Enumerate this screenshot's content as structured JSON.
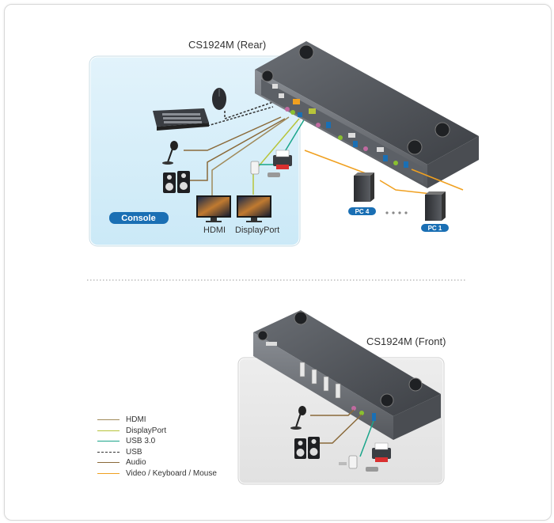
{
  "rear": {
    "title": "CS1924M (Rear)",
    "console_badge": "Console",
    "monitor_labels": [
      "HDMI",
      "DisplayPort"
    ],
    "pc_labels": [
      "PC 4",
      "PC 1"
    ]
  },
  "front": {
    "title": "CS1924M (Front)"
  },
  "legend": [
    {
      "label": "HDMI",
      "color": "#a08a5a",
      "style": "solid"
    },
    {
      "label": "DisplayPort",
      "color": "#b7c43a",
      "style": "solid"
    },
    {
      "label": "USB 3.0",
      "color": "#1aa58a",
      "style": "solid"
    },
    {
      "label": "USB",
      "color": "#333333",
      "style": "dashed"
    },
    {
      "label": "Audio",
      "color": "#8a6a3a",
      "style": "solid"
    },
    {
      "label": "Video / Keyboard / Mouse",
      "color": "#f0a020",
      "style": "solid"
    }
  ]
}
